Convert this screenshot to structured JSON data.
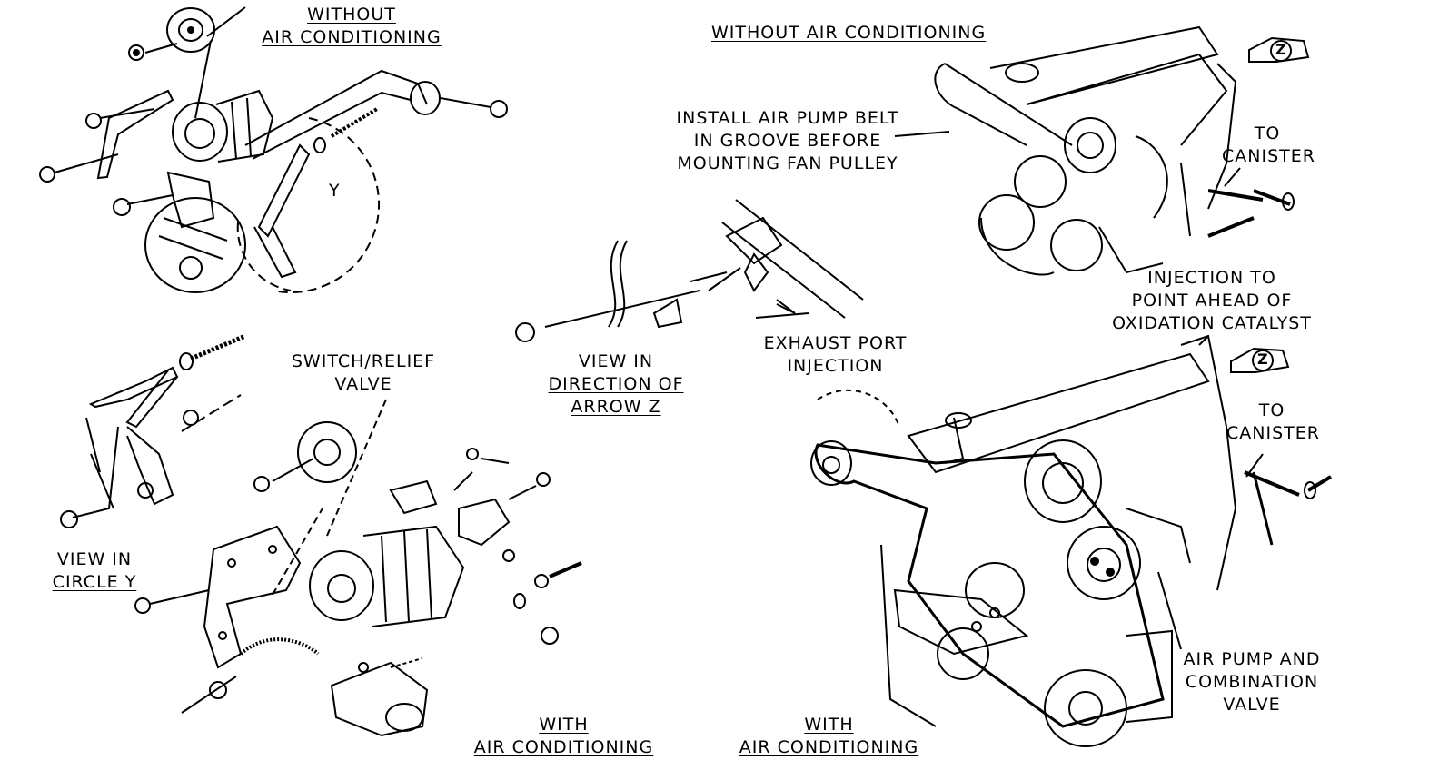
{
  "labels": {
    "without_ac_top_left": [
      "WITHOUT",
      "AIR CONDITIONING"
    ],
    "without_ac_top_right": "WITHOUT AIR CONDITIONING",
    "install_belt": [
      "INSTALL  AIR PUMP BELT",
      "IN GROOVE BEFORE",
      "MOUNTING FAN PULLEY"
    ],
    "to_canister_top": [
      "TO",
      "CANISTER"
    ],
    "to_canister_bottom": [
      "TO",
      "CANISTER"
    ],
    "injection_point": [
      "INJECTION TO",
      "POINT AHEAD OF",
      "OXIDATION CATALYST"
    ],
    "exhaust_port": [
      "EXHAUST PORT",
      "INJECTION"
    ],
    "view_arrow_z": [
      "VIEW IN",
      "DIRECTION OF",
      "ARROW Z"
    ],
    "switch_relief": [
      "SWITCH/RELIEF",
      "VALVE"
    ],
    "view_circle_y": [
      "VIEW IN",
      "CIRCLE Y"
    ],
    "with_ac_left": [
      "WITH",
      "AIR CONDITIONING"
    ],
    "with_ac_right": [
      "WITH",
      "AIR CONDITIONING"
    ],
    "air_pump_combo": [
      "AIR PUMP AND",
      "COMBINATION",
      "VALVE"
    ],
    "callout_y": "Y",
    "arrow_z_top": "Z",
    "arrow_z_bottom": "Z"
  },
  "colors": {
    "ink": "#000000",
    "paper": "#ffffff"
  }
}
